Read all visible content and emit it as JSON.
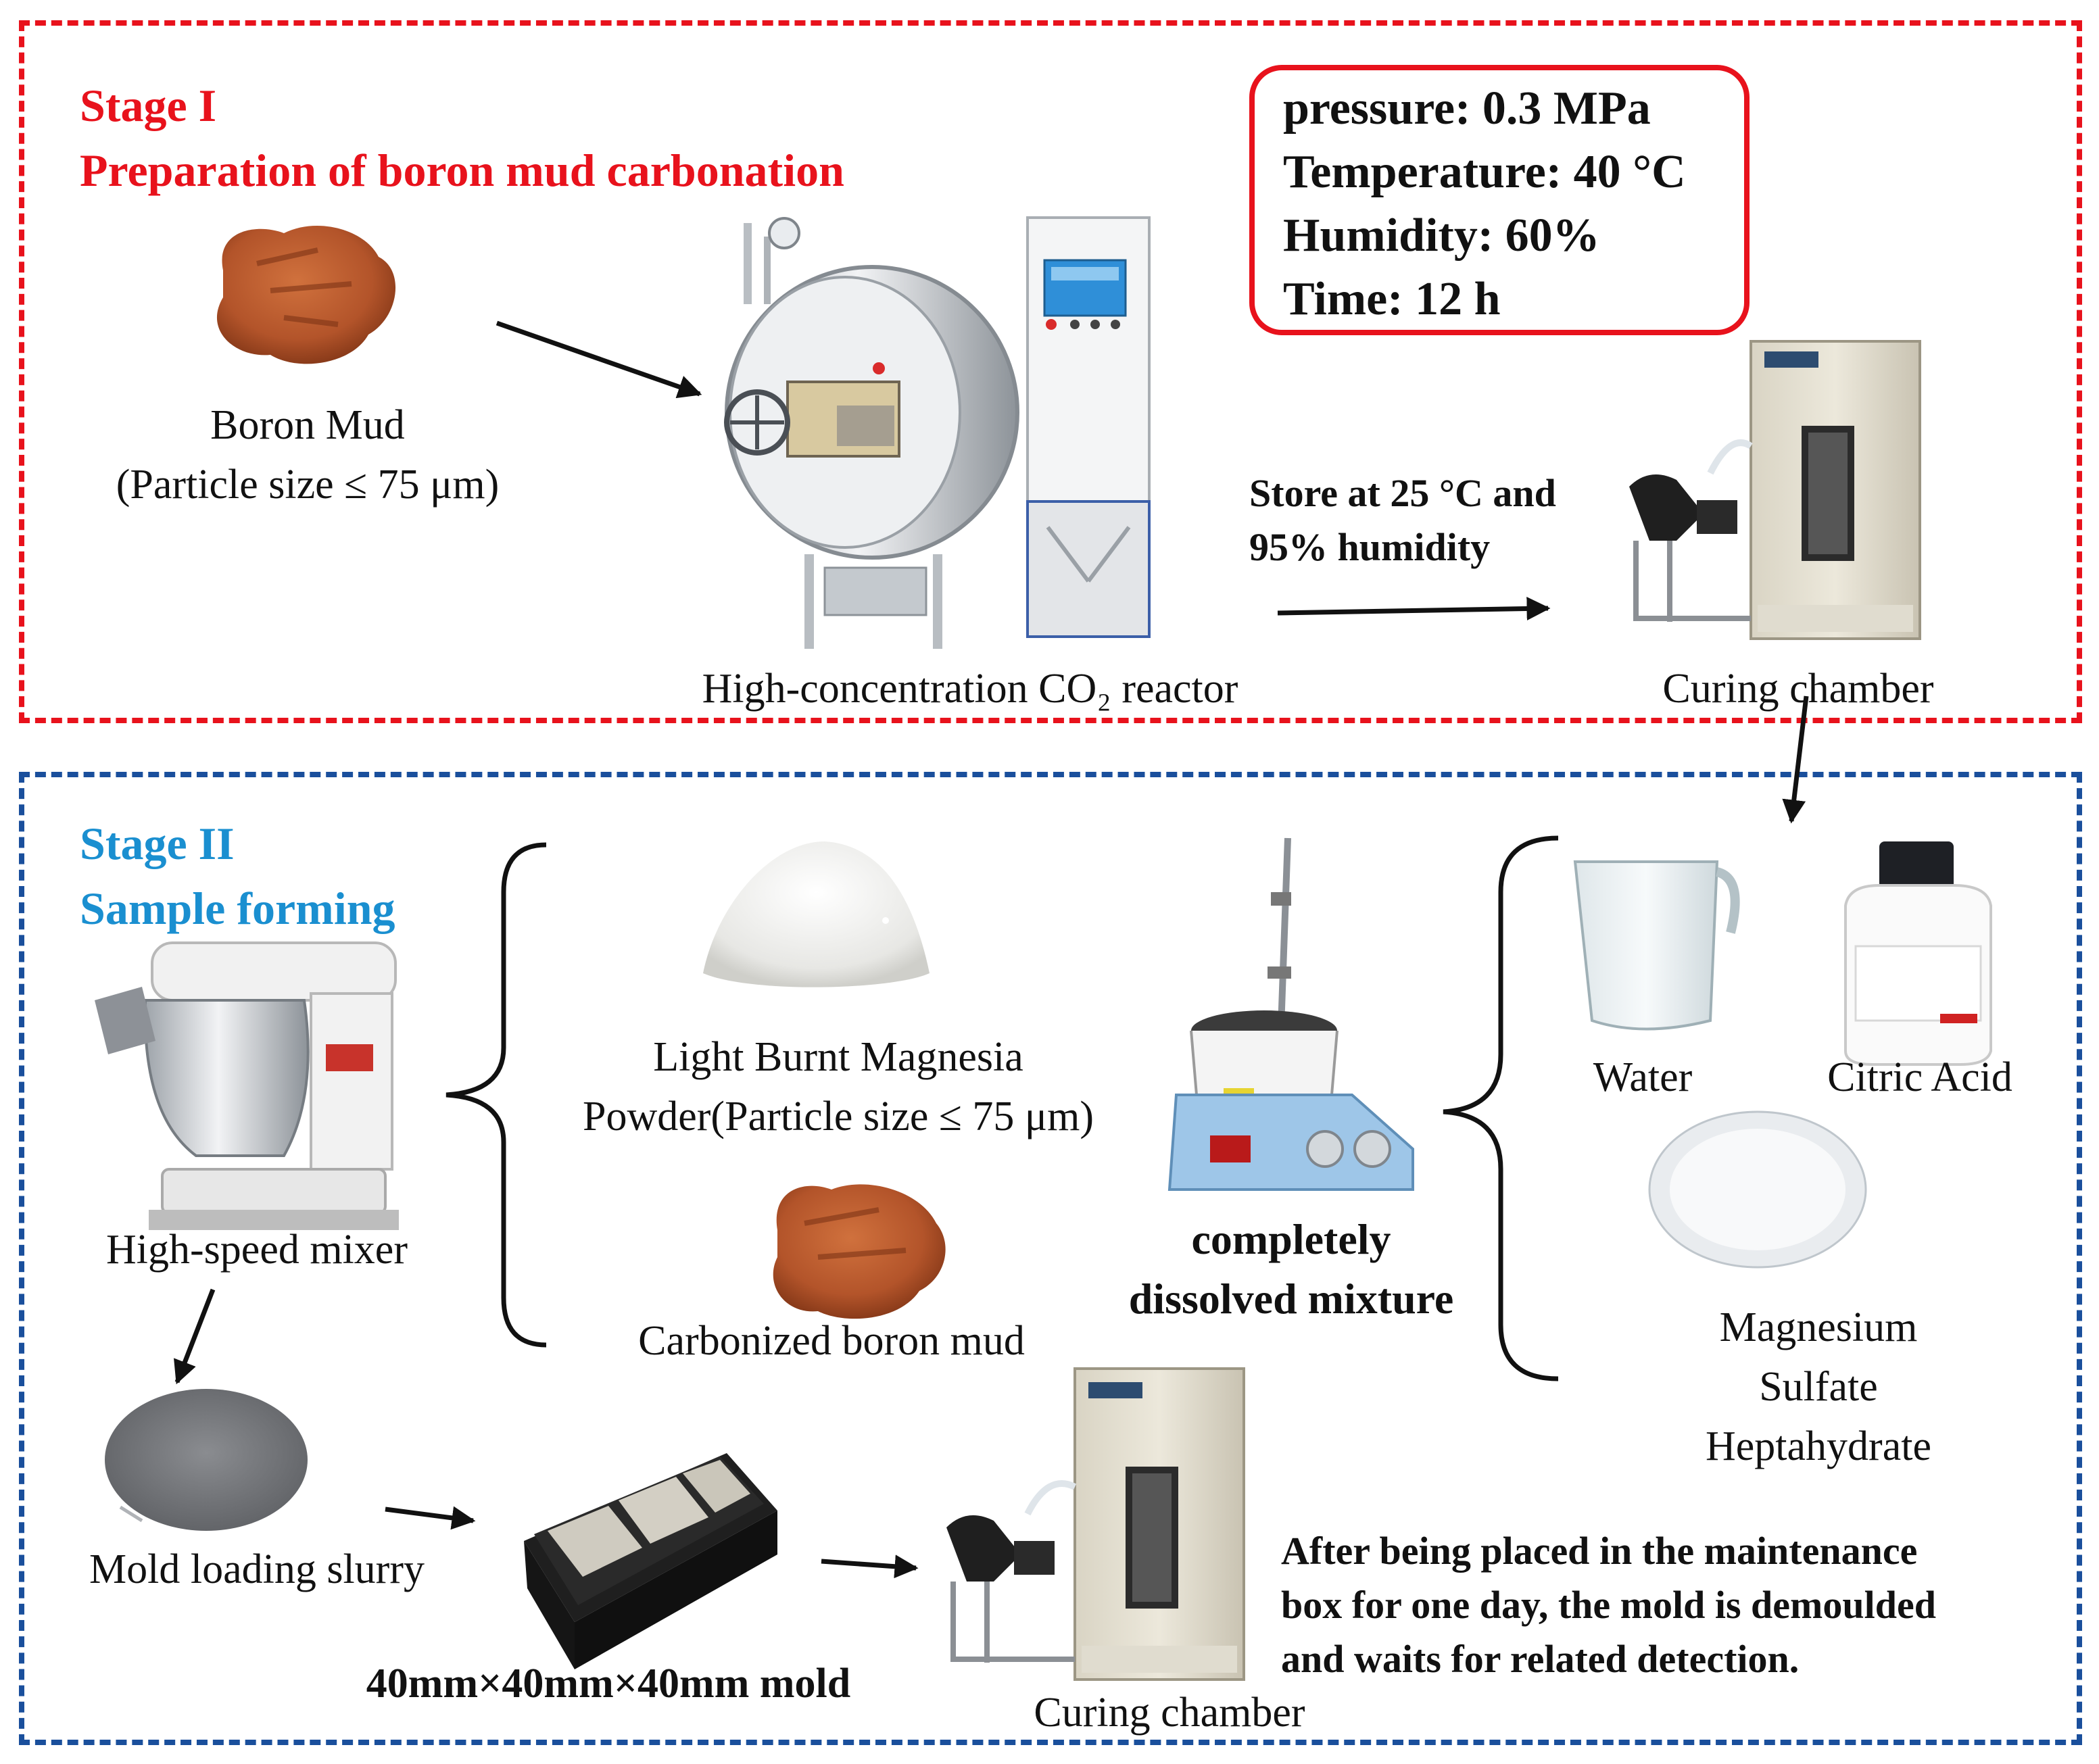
{
  "stage1": {
    "label": "Stage I",
    "subtitle": "Preparation of boron mud carbonation",
    "boron_mud": {
      "name": "Boron Mud",
      "detail": "(Particle size ≤ 75 μm)"
    },
    "reactor_label": "High-concentration CO₂ reactor",
    "conditions": {
      "pressure": "pressure: 0.3 MPa",
      "temperature": "Temperature: 40 °C",
      "humidity": "Humidity: 60%",
      "time": "Time: 12 h"
    },
    "store_note_line1": "Store at 25 °C and",
    "store_note_line2": "95% humidity",
    "curing_label": "Curing chamber"
  },
  "stage2": {
    "label": "Stage II",
    "subtitle": "Sample forming",
    "mixer_label": "High-speed mixer",
    "magnesia_line1": "Light Burnt Magnesia",
    "magnesia_line2": "Powder(Particle size ≤ 75 μm)",
    "carbonized_label": "Carbonized boron mud",
    "mixture_line1": "completely",
    "mixture_line2": "dissolved mixture",
    "water_label": "Water",
    "citric_label": "Citric Acid",
    "sulfate_line1": "Magnesium",
    "sulfate_line2": "Sulfate",
    "sulfate_line3": "Heptahydrate",
    "slurry_label": "Mold loading slurry",
    "mold_label": "40mm×40mm×40mm mold",
    "curing_label": "Curing chamber",
    "note_line1": "After being placed in the maintenance",
    "note_line2": "box for one day, the mold is demoulded",
    "note_line3": "and waits for related detection."
  },
  "colors": {
    "stage1_accent": "#e8121c",
    "stage2_accent": "#1a4f9c",
    "stage2_text": "#1a8fd0",
    "boron_mud": "#b3542a"
  }
}
